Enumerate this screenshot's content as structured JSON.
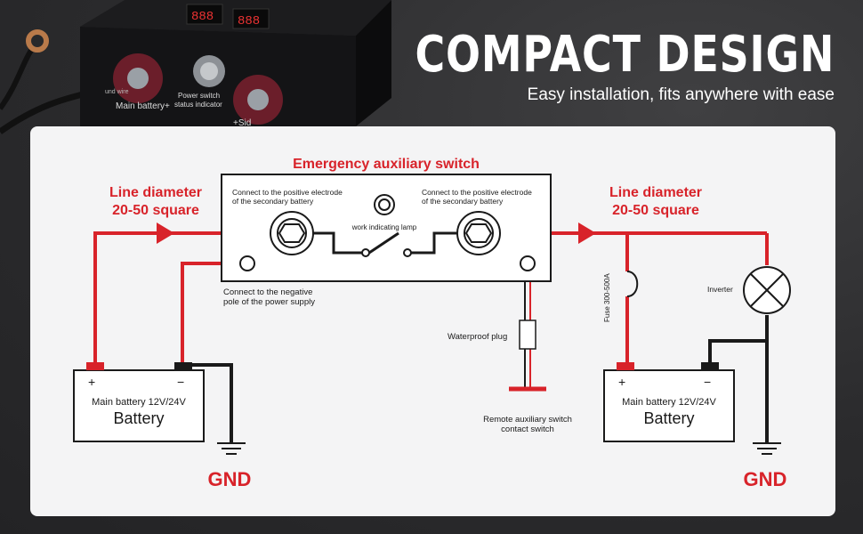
{
  "header": {
    "title": "COMPACT DESIGN",
    "subtitle": "Easy installation, fits anywhere with ease"
  },
  "product": {
    "left_terminal_label": "Main battery+",
    "indicator_label_1": "Power switch",
    "indicator_label_2": "status indicator",
    "side_label_left": "und wire",
    "side_label_right": "+Sid"
  },
  "diagram": {
    "switch_title": "Emergency auxiliary switch",
    "line_diameter_left_1": "Line diameter",
    "line_diameter_left_2": "20-50 square",
    "line_diameter_right_1": "Line diameter",
    "line_diameter_right_2": "20-50 square",
    "connect_positive_left_1": "Connect to the positive electrode",
    "connect_positive_left_2": "of the secondary battery",
    "connect_positive_right_1": "Connect to the positive electrode",
    "connect_positive_right_2": "of the secondary battery",
    "work_lamp": "work indicating lamp",
    "connect_negative_1": "Connect to the negative",
    "connect_negative_2": "pole of the power supply",
    "waterproof_plug": "Waterproof plug",
    "remote_switch_1": "Remote auxiliary switch",
    "remote_switch_2": "contact switch",
    "fuse": "Fuse 300-500A",
    "inverter": "Inverter",
    "battery_left": {
      "plus": "+",
      "minus": "−",
      "spec": "Main battery 12V/24V",
      "name": "Battery"
    },
    "battery_right": {
      "plus": "+",
      "minus": "−",
      "spec": "Main battery 12V/24V",
      "name": "Battery"
    },
    "gnd_left": "GND",
    "gnd_right": "GND"
  },
  "colors": {
    "wire_red": "#d8232a",
    "wire_black": "#1a1a1a",
    "panel": "#f4f4f5"
  }
}
